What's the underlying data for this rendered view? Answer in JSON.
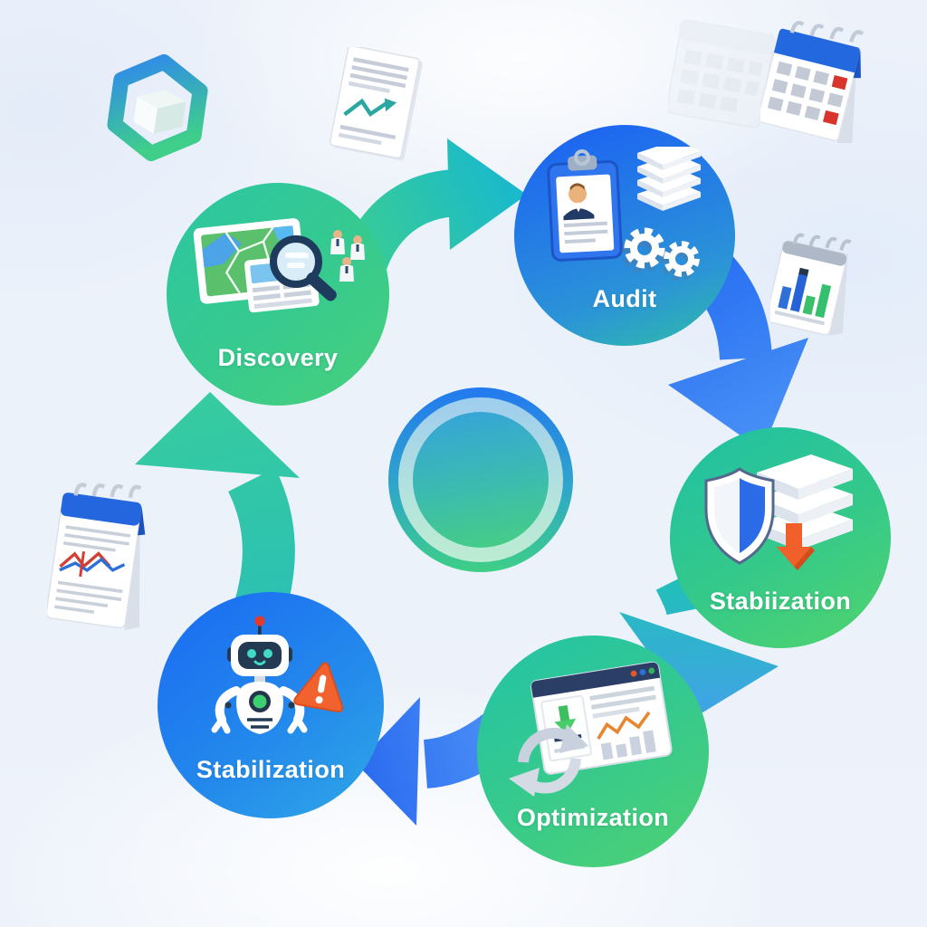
{
  "diagram": {
    "name": "process-cycle",
    "type": "cycle",
    "stages": [
      {
        "id": "discovery",
        "label": "Discovery",
        "icon": "map-search-icon",
        "shape": "circle",
        "fill": "green-gradient"
      },
      {
        "id": "audit",
        "label": "Audit",
        "icon": "clipboard-person-gears-icon",
        "shape": "circle",
        "fill": "blue-teal-gradient"
      },
      {
        "id": "stabilization-right",
        "label": "Stabiization",
        "icon": "shield-stack-download-icon",
        "shape": "circle",
        "fill": "green-gradient"
      },
      {
        "id": "optimization",
        "label": "Optimization",
        "icon": "analytics-window-refresh-icon",
        "shape": "circle",
        "fill": "green-gradient"
      },
      {
        "id": "stabilization-left",
        "label": "Stabilization",
        "icon": "robot-warning-icon",
        "shape": "circle",
        "fill": "blue-gradient"
      }
    ],
    "center": {
      "icon": "cycle-hub-ring",
      "fill": "blue-to-green-ring"
    },
    "arrows": [
      {
        "from": "discovery",
        "to": "audit",
        "color": "green-to-teal"
      },
      {
        "from": "audit",
        "to": "stabilization-right",
        "color": "blue"
      },
      {
        "from": "stabilization-right",
        "to": "optimization",
        "color": "teal-to-blue"
      },
      {
        "from": "optimization",
        "to": "stabilization-left",
        "color": "blue"
      },
      {
        "from": "stabilization-left",
        "to": "discovery",
        "color": "teal-green"
      }
    ],
    "decorations": [
      {
        "icon": "hexagon-cube-icon",
        "position": "top-left"
      },
      {
        "icon": "document-line-chart-icon",
        "position": "top"
      },
      {
        "icon": "ghost-calendar-icon",
        "position": "top-right-faded"
      },
      {
        "icon": "desk-calendar-icon",
        "position": "top-right"
      },
      {
        "icon": "bar-chart-notepad-icon",
        "position": "right"
      },
      {
        "icon": "line-chart-notepad-icon",
        "position": "left"
      }
    ],
    "colors": {
      "background": "#edf2fa",
      "green_start": "#22c3a8",
      "green_end": "#4ed172",
      "blue_start": "#1a6af2",
      "blue_end": "#2fa8e6",
      "arrow_teal": "#1fc2b6",
      "arrow_blue": "#2f7bf4",
      "alert_orange": "#f05f2a",
      "calendar_red": "#d9342b",
      "label_text": "#ffffff"
    }
  }
}
